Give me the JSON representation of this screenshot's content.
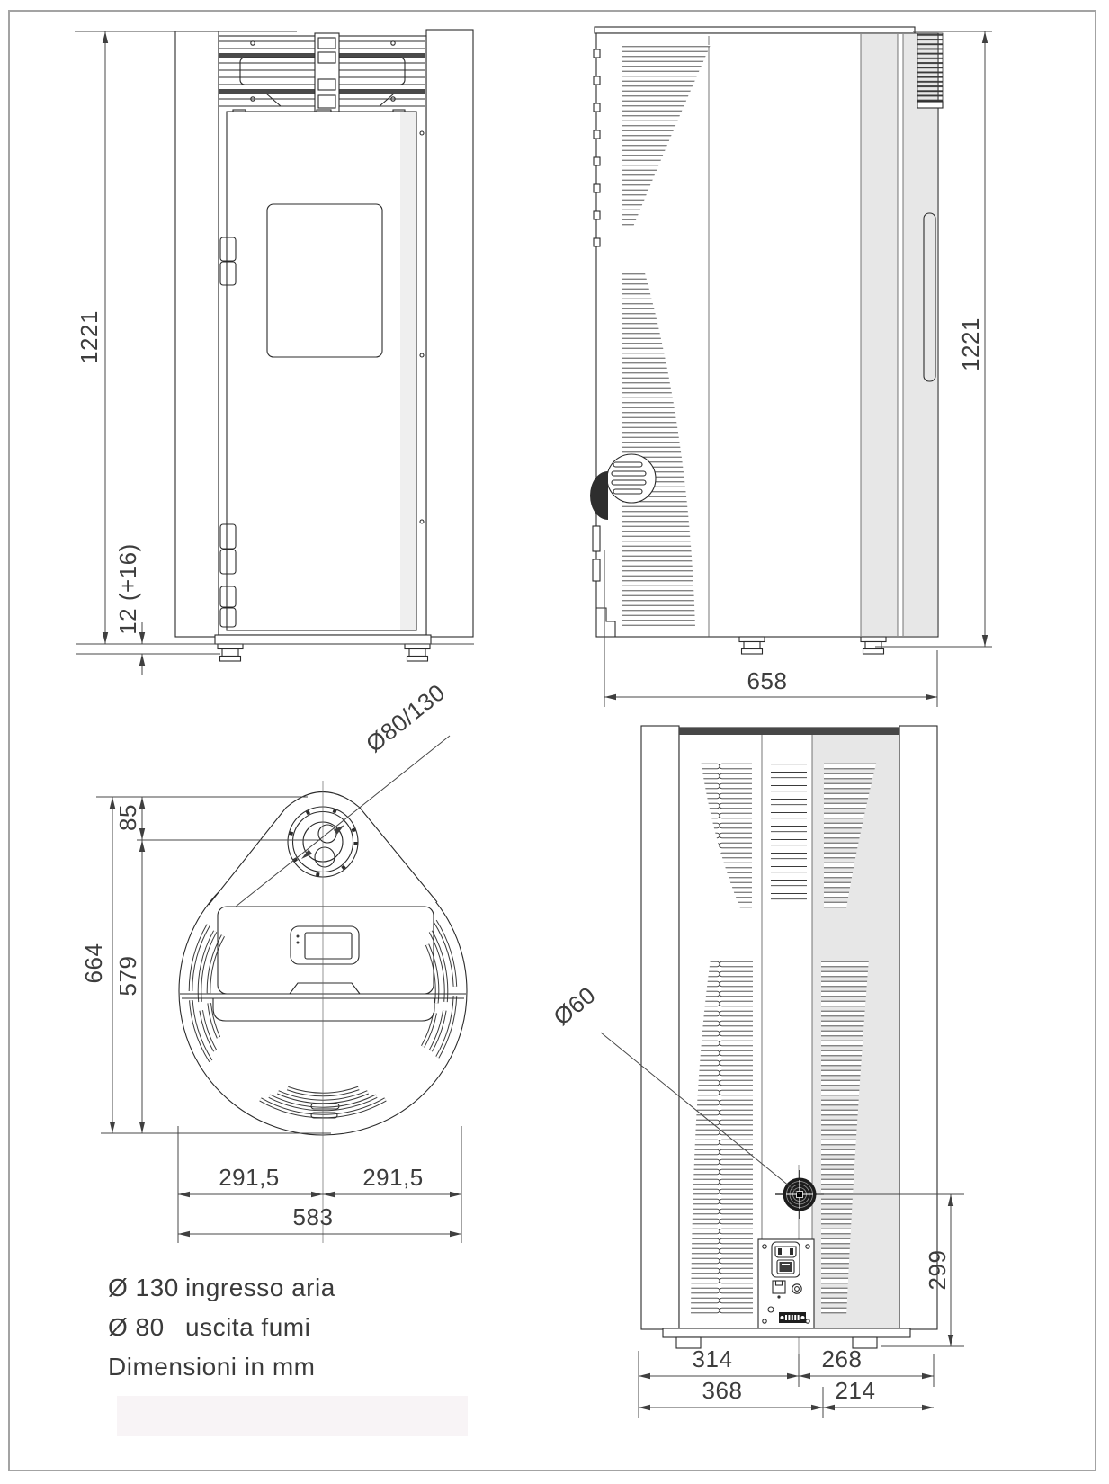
{
  "legend": {
    "rows": [
      {
        "sym": "Ø 130",
        "label": "ingresso aria"
      },
      {
        "sym": "Ø 80",
        "label": "uscita fumi"
      }
    ],
    "note": "Dimensioni in mm"
  },
  "dims": {
    "front_height": "1221",
    "front_floor_gap": "12 (+16)",
    "side_height": "1221",
    "side_depth": "658",
    "top_flue": "Ø80/130",
    "top_flue_offset": "85",
    "top_depth_total": "664",
    "top_depth_body": "579",
    "top_half_left": "291,5",
    "top_half_right": "291,5",
    "top_width": "583",
    "back_duct": "Ø60",
    "back_outlet_height": "299",
    "back_w1": "314",
    "back_w2": "268",
    "back_w3": "368",
    "back_w4": "214"
  },
  "colors": {
    "line": "#2b2b2b",
    "panel_gray": "#e7e7e7",
    "text": "#3d3d3d"
  }
}
